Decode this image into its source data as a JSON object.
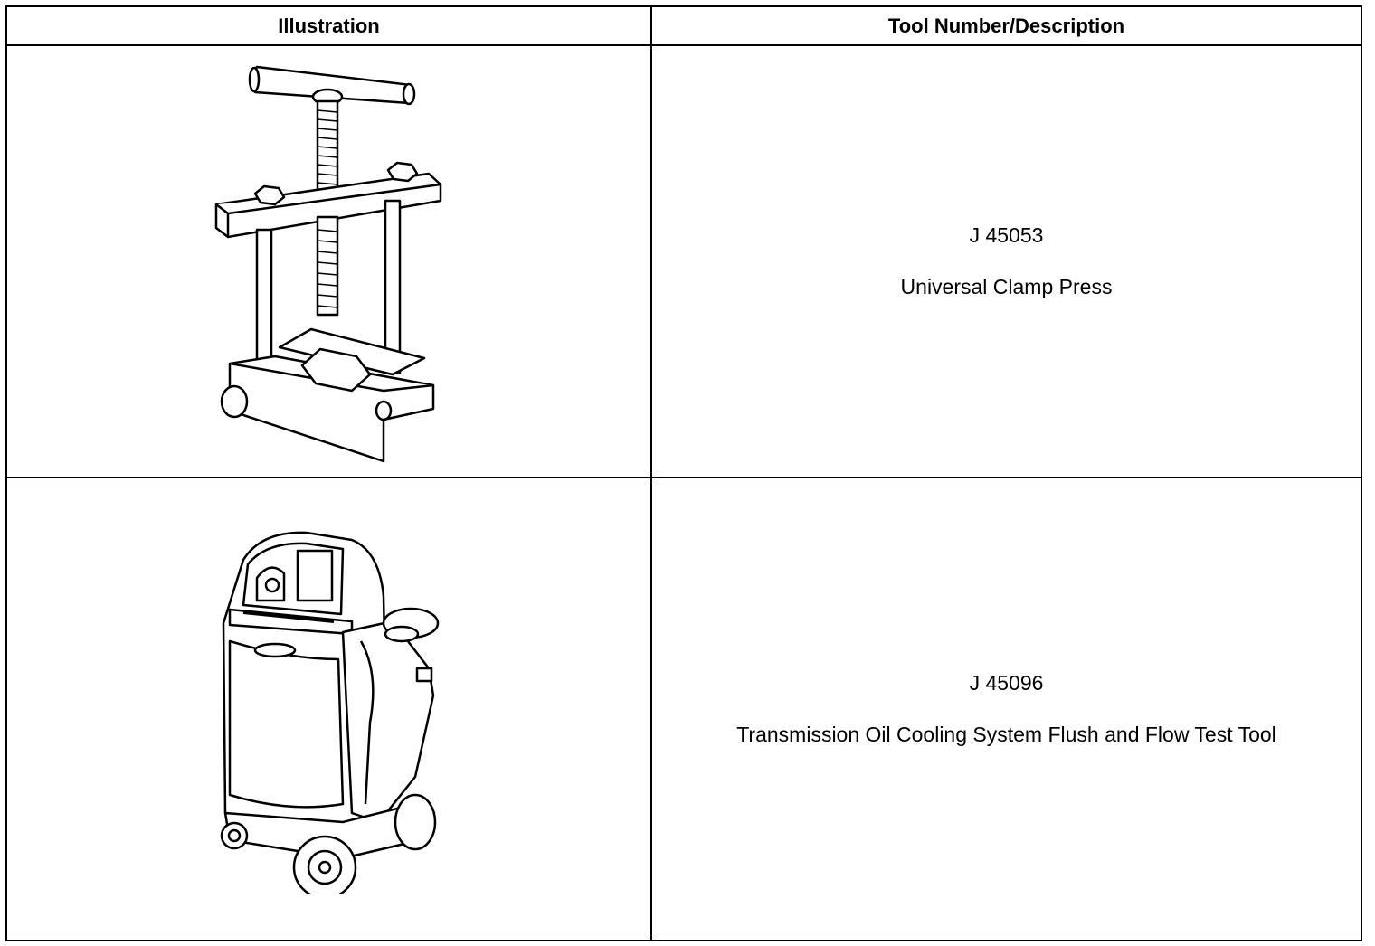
{
  "table": {
    "headers": {
      "illustration": "Illustration",
      "description": "Tool Number/Description"
    },
    "rows": [
      {
        "tool_number": "J 45053",
        "tool_name": "Universal Clamp Press",
        "illustration": "universal-clamp-press-drawing"
      },
      {
        "tool_number": "J 45096",
        "tool_name": "Transmission Oil Cooling System Flush and Flow Test Tool",
        "illustration": "flush-and-flow-test-tool-drawing"
      }
    ]
  }
}
